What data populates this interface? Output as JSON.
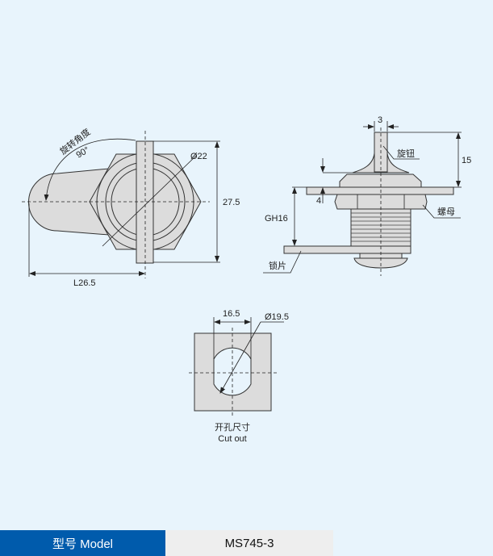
{
  "front_view": {
    "rotation_label": "旋转角度",
    "rotation_angle": "90°",
    "diameter": "Ø22",
    "height": "27.5",
    "length": "L26.5"
  },
  "side_view": {
    "stem_width": "3",
    "stem_height": "15",
    "plate_thickness": "4",
    "grip": "GH16",
    "knob_label": "旋钮",
    "nut_label": "螺母",
    "cam_label": "锁片"
  },
  "cutout": {
    "width": "16.5",
    "diameter": "Ø19.5",
    "title_cn": "开孔尺寸",
    "title_en": "Cut out"
  },
  "model": {
    "label": "型号 Model",
    "value": "MS745-3"
  }
}
